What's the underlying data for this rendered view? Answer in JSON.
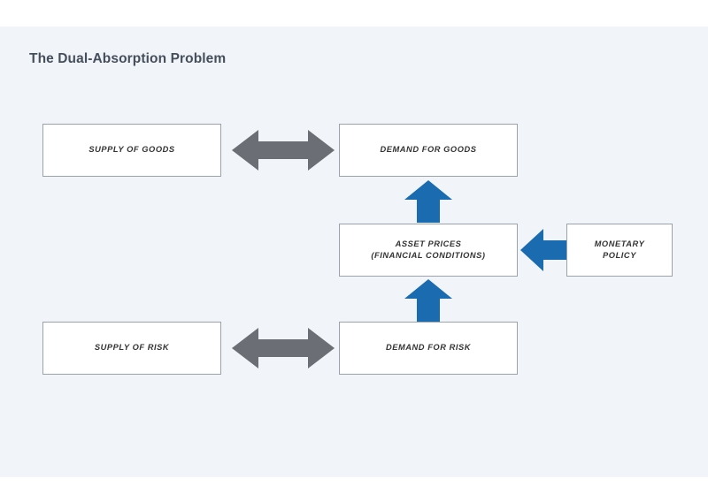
{
  "figure": {
    "title": "The Dual-Absorption Problem",
    "background_color": "#f1f5f9",
    "page_color": "#ffffff",
    "box_fill": "#ffffff",
    "box_border_color": "#9aa3ab",
    "label_color": "#333333",
    "title_color": "#454f5b",
    "gray_arrow_color": "#6b6e75",
    "blue_arrow_color": "#1a6bb0"
  },
  "nodes": {
    "supply_goods": {
      "label": "SUPPLY OF GOODS"
    },
    "demand_goods": {
      "label": "DEMAND FOR GOODS"
    },
    "asset_prices": {
      "label": "ASSET PRICES\n(FINANCIAL CONDITIONS)"
    },
    "monetary_policy": {
      "label": "MONETARY\nPOLICY"
    },
    "supply_risk": {
      "label": "SUPPLY OF RISK"
    },
    "demand_risk": {
      "label": "DEMAND FOR RISK"
    }
  },
  "arrows": [
    {
      "name": "goods-bidirectional-arrow",
      "from": "SUPPLY OF GOODS",
      "to": "DEMAND FOR GOODS",
      "direction": "both",
      "color": "#6b6e75"
    },
    {
      "name": "risk-bidirectional-arrow",
      "from": "SUPPLY OF RISK",
      "to": "DEMAND FOR RISK",
      "direction": "both",
      "color": "#6b6e75"
    },
    {
      "name": "asset-prices-to-demand-goods-arrow",
      "from": "ASSET PRICES (FINANCIAL CONDITIONS)",
      "to": "DEMAND FOR GOODS",
      "direction": "up",
      "color": "#1a6bb0"
    },
    {
      "name": "demand-risk-to-asset-prices-arrow",
      "from": "DEMAND FOR RISK",
      "to": "ASSET PRICES (FINANCIAL CONDITIONS)",
      "direction": "up",
      "color": "#1a6bb0"
    },
    {
      "name": "monetary-policy-to-asset-prices-arrow",
      "from": "MONETARY POLICY",
      "to": "ASSET PRICES (FINANCIAL CONDITIONS)",
      "direction": "left",
      "color": "#1a6bb0"
    }
  ]
}
